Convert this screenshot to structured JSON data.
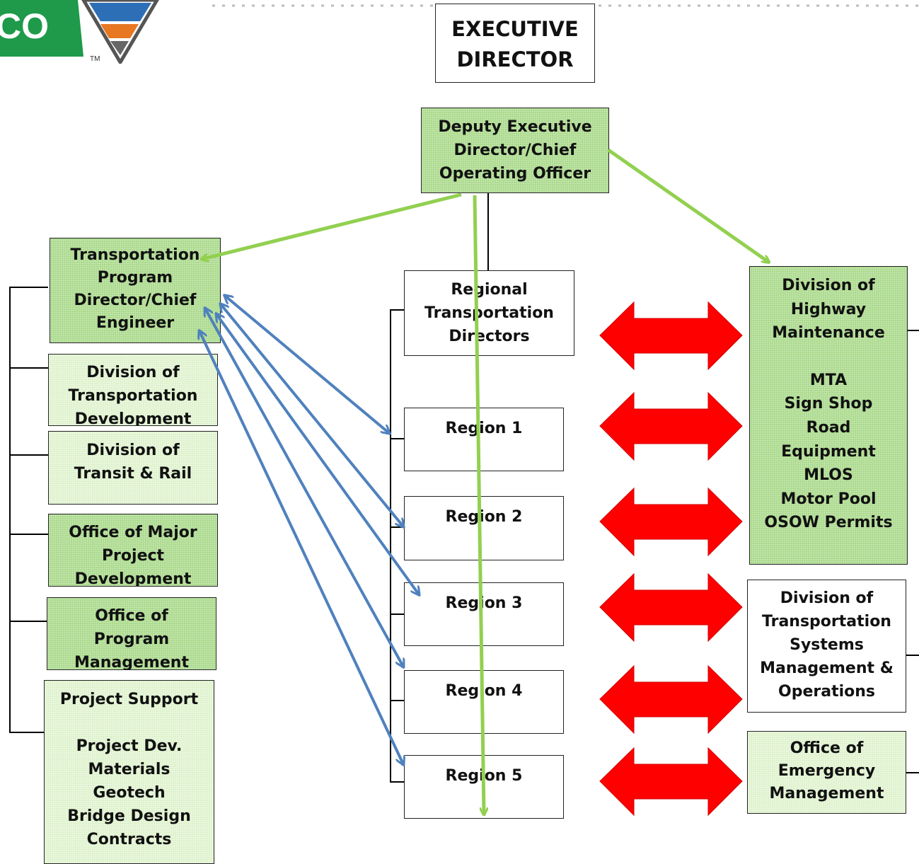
{
  "executive": {
    "lines": [
      "EXECUTIVE",
      "DIRECTOR"
    ]
  },
  "deputy": {
    "lines": [
      "Deputy Executive",
      "Director/Chief",
      "Operating Officer"
    ]
  },
  "left_boxes": [
    {
      "lines": [
        "Transportation",
        "Program",
        "Director/Chief",
        "Engineer"
      ]
    },
    {
      "lines": [
        "Division of",
        "Transportation",
        "Development"
      ]
    },
    {
      "lines": [
        "Division of",
        "Transit & Rail"
      ]
    },
    {
      "lines": [
        "Office of Major",
        "Project",
        "Development"
      ]
    },
    {
      "lines": [
        "Office of",
        "Program",
        "Management"
      ]
    },
    {
      "lines": [
        "Project Support",
        "",
        "Project Dev.",
        "Materials",
        "Geotech",
        "Bridge Design",
        "Contracts"
      ]
    }
  ],
  "center_boxes": [
    {
      "lines": [
        "Regional",
        "Transportation",
        "Directors"
      ]
    },
    {
      "lines": [
        "Region 1"
      ]
    },
    {
      "lines": [
        "Region 2"
      ]
    },
    {
      "lines": [
        "Region 3"
      ]
    },
    {
      "lines": [
        "Region 4"
      ]
    },
    {
      "lines": [
        "Region 5"
      ]
    }
  ],
  "right_boxes": [
    {
      "lines": [
        "Division of",
        "Highway",
        "Maintenance",
        "",
        "MTA",
        "Sign Shop",
        "Road",
        "Equipment",
        "MLOS",
        "Motor Pool",
        "OSOW Permits"
      ]
    },
    {
      "lines": [
        "Division of",
        "Transportation",
        "Systems",
        "Management &",
        "Operations"
      ]
    },
    {
      "lines": [
        "Office of",
        "Emergency",
        "Management"
      ]
    }
  ],
  "logo": {
    "text": "CO",
    "tm": "TM"
  },
  "colors": {
    "green_dark": "#a9d98a",
    "green_light": "#dcf1c9",
    "green_arrow": "#92d050",
    "blue_arrow": "#4f81bd",
    "red_arrow": "#ff0000",
    "logo_green": "#1e9a4a",
    "logo_orange": "#e87722",
    "logo_blue": "#2d6fb7"
  }
}
